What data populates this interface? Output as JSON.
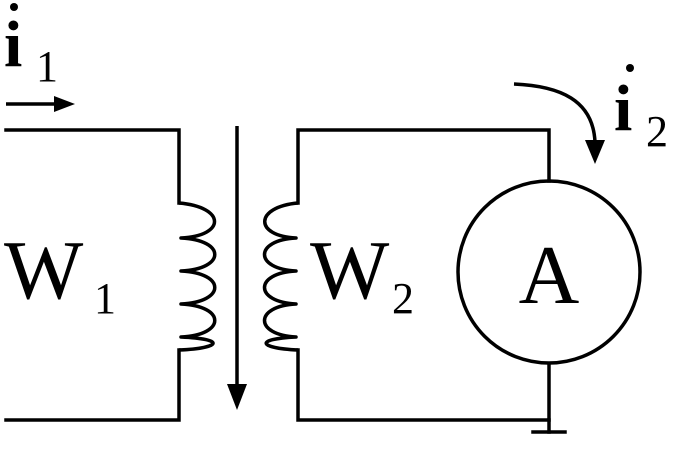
{
  "primary_current": {
    "symbol": "i",
    "subscript": "1"
  },
  "secondary_current": {
    "symbol": "i",
    "subscript": "2"
  },
  "primary_winding": {
    "symbol": "W",
    "subscript": "1"
  },
  "secondary_winding": {
    "symbol": "W",
    "subscript": "2"
  },
  "ammeter": {
    "label": "A"
  },
  "colors": {
    "line": "#000000",
    "background": "#ffffff"
  }
}
